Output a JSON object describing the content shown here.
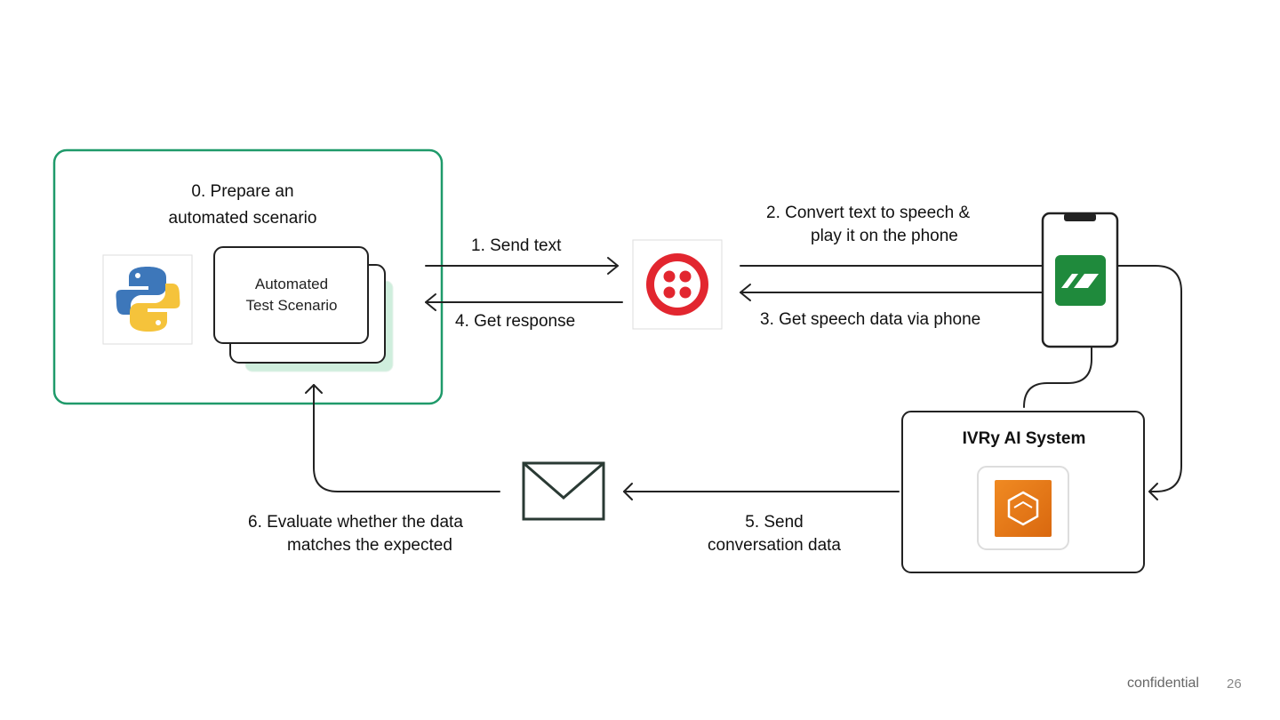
{
  "steps": {
    "step0_line1": "0. Prepare an",
    "step0_line2": "automated scenario",
    "step1": "1. Send text",
    "step2_line1": "2. Convert text to speech &",
    "step2_line2": "play it on the phone",
    "step3": "3. Get speech data via phone",
    "step4": "4. Get response",
    "step5_line1": "5. Send",
    "step5_line2": "conversation data",
    "step6_line1": "6. Evaluate whether the data",
    "step6_line2": "matches the expected"
  },
  "scenario_card": {
    "line1": "Automated",
    "line2": "Test Scenario"
  },
  "system": {
    "title": "IVRy AI System"
  },
  "icons": {
    "python": "python-logo-icon",
    "twilio": "twilio-logo-icon",
    "phone": "smartphone-icon",
    "phone_app": "ivry-app-icon",
    "aws": "aws-ecs-icon",
    "email": "envelope-icon"
  },
  "colors": {
    "scenario_border": "#1f9a6a",
    "twilio_red": "#e2262f",
    "python_blue": "#3d77ba",
    "python_yellow": "#f5c33b",
    "app_green": "#1f8a3c",
    "aws_orange": "#e67a1b"
  },
  "footer": {
    "confidential": "confidential",
    "page_number": "26"
  }
}
